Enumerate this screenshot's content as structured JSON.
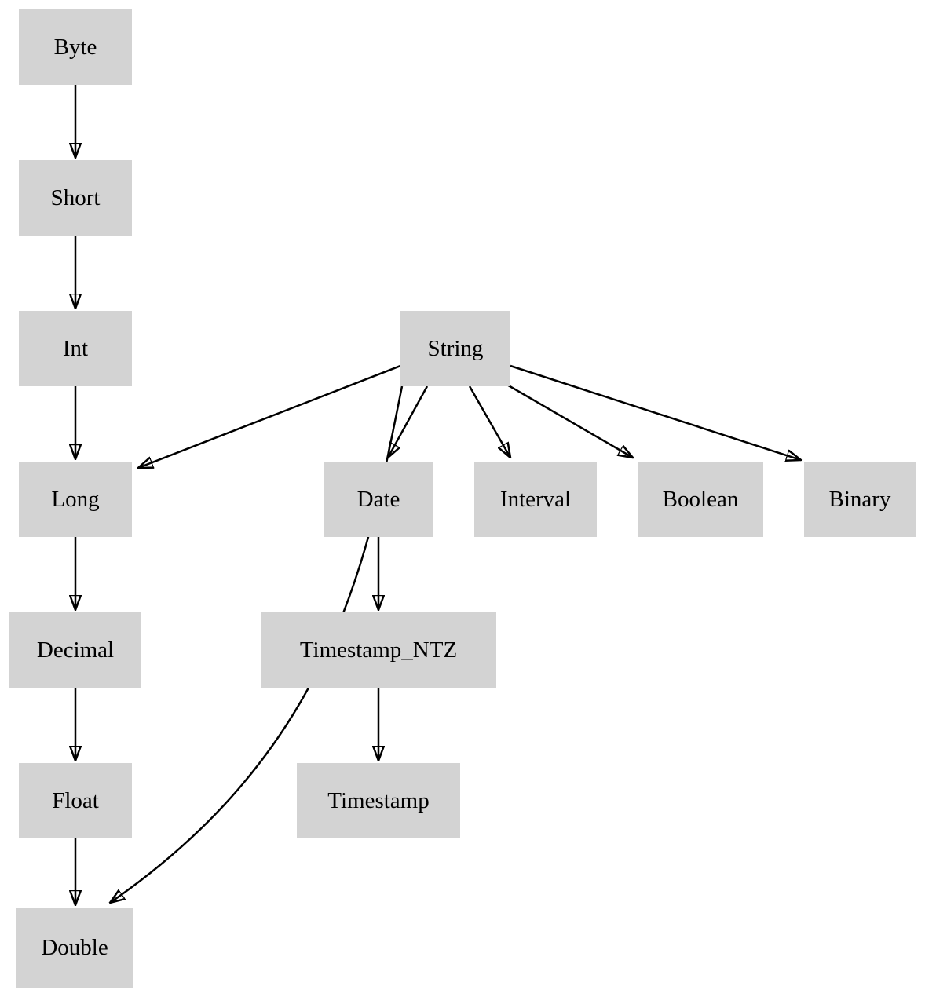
{
  "diagram": {
    "type": "directed-graph",
    "background_color": "#ffffff",
    "node_fill_color": "#d3d3d3",
    "edge_color": "#000000",
    "text_color": "#000000",
    "nodes": {
      "byte": {
        "label": "Byte"
      },
      "short": {
        "label": "Short"
      },
      "int": {
        "label": "Int"
      },
      "string": {
        "label": "String"
      },
      "long": {
        "label": "Long"
      },
      "date": {
        "label": "Date"
      },
      "interval": {
        "label": "Interval"
      },
      "boolean": {
        "label": "Boolean"
      },
      "binary": {
        "label": "Binary"
      },
      "decimal": {
        "label": "Decimal"
      },
      "timestamp_ntz": {
        "label": "Timestamp_NTZ"
      },
      "float": {
        "label": "Float"
      },
      "timestamp": {
        "label": "Timestamp"
      },
      "double": {
        "label": "Double"
      }
    },
    "edges": [
      {
        "from": "Byte",
        "to": "Short"
      },
      {
        "from": "Short",
        "to": "Int"
      },
      {
        "from": "Int",
        "to": "Long"
      },
      {
        "from": "Long",
        "to": "Decimal"
      },
      {
        "from": "Decimal",
        "to": "Float"
      },
      {
        "from": "Float",
        "to": "Double"
      },
      {
        "from": "String",
        "to": "Long"
      },
      {
        "from": "String",
        "to": "Double"
      },
      {
        "from": "String",
        "to": "Date"
      },
      {
        "from": "String",
        "to": "Interval"
      },
      {
        "from": "String",
        "to": "Boolean"
      },
      {
        "from": "String",
        "to": "Binary"
      },
      {
        "from": "Date",
        "to": "Timestamp_NTZ"
      },
      {
        "from": "Timestamp_NTZ",
        "to": "Timestamp"
      }
    ]
  }
}
